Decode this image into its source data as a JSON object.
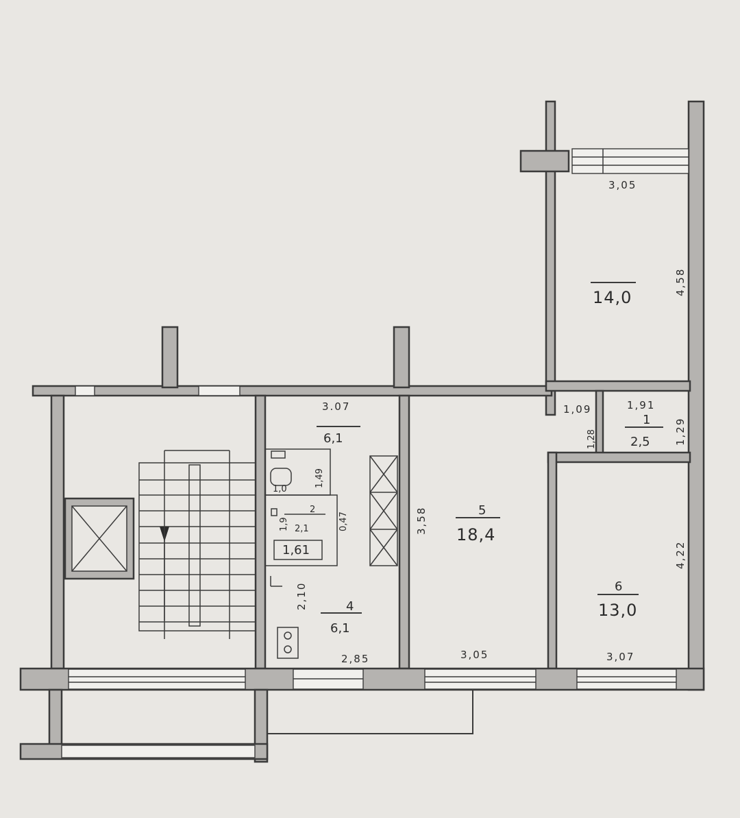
{
  "colors": {
    "paper": "#e9e7e3",
    "wall": "#b5b3b0",
    "ink": "#3b3b3b"
  },
  "rooms": {
    "room_14": {
      "area": "14,0",
      "width": "3,05",
      "depth": "4,58"
    },
    "room_1": {
      "number": "1",
      "area": "2,5",
      "width": "1,91",
      "depth_left": "1,28",
      "depth_right": "1,29"
    },
    "corridor": {
      "width": "1,09"
    },
    "room_3": {
      "width": "3.07",
      "area": "6,1"
    },
    "bathroom": {
      "width": "1,0",
      "depth": "1,49",
      "number": "2",
      "area": "2,1",
      "depth2": "1,9",
      "gap": "0,47",
      "bath": "1,61"
    },
    "room_4": {
      "number": "4",
      "area": "6,1",
      "depth": "2,10",
      "width": "2,85"
    },
    "room_5": {
      "number": "5",
      "area": "18,4",
      "depth": "3,58",
      "width": "3,05"
    },
    "room_6": {
      "number": "6",
      "area": "13,0",
      "depth": "4,22",
      "width": "3,07"
    }
  }
}
